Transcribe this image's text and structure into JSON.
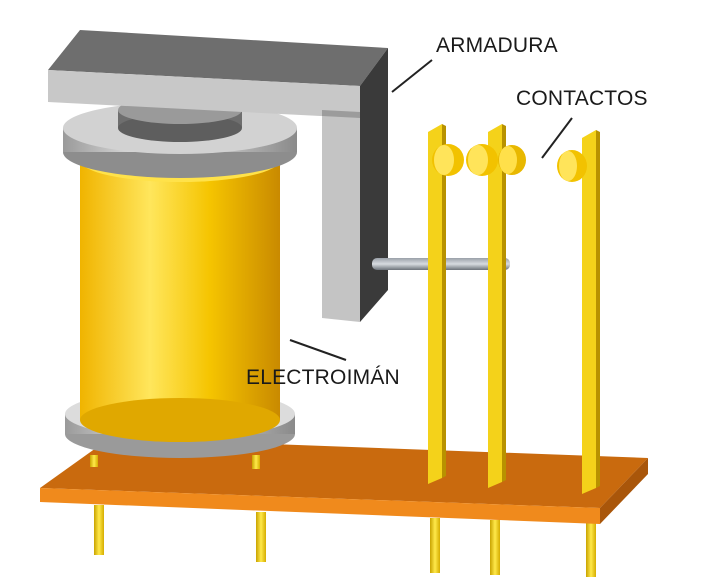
{
  "labels": {
    "armadura": "ARMADURA",
    "contactos": "CONTACTOS",
    "electroiman": "ELECTROIMÁN"
  },
  "colors": {
    "base_top": "#c96a0e",
    "base_front": "#f08a1c",
    "pin_yellow": "#f4d21a",
    "coil_light": "#ffe25a",
    "coil_dark": "#d99a00",
    "steel_light": "#e8e8e8",
    "steel_dark": "#8c8c8c",
    "armature_front": "#c8c8c8",
    "armature_side": "#3a3a3a"
  }
}
